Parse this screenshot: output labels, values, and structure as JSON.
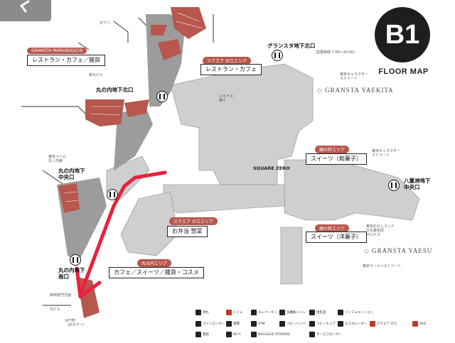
{
  "floor": {
    "level": "B1",
    "title": "FLOOR MAP"
  },
  "areas": {
    "granstaMarunouchi": {
      "tag": "GRANSTA MARUNOUCHI",
      "label": "レストラン・カフェ／雑貨"
    },
    "squareZeroRestaurant": {
      "tag": "スクエア ゼロエリア",
      "label": "レストラン・カフェ"
    },
    "squareZeroBento": {
      "tag": "スクエア ゼロエリア",
      "label": "お弁当 惣菜"
    },
    "marunouchiArea": {
      "tag": "丸の内エリア",
      "label": "カフェ／スイーツ／雑貨・コスメ"
    },
    "ginNoSuzuWagashi": {
      "tag": "銀の鈴エリア",
      "label": "スイーツ（和菓子）"
    },
    "ginNoSuzuYogashi": {
      "tag": "銀の鈴エリア",
      "label": "スイーツ（洋菓子）"
    }
  },
  "exits": {
    "granstaNorth": "グランスタ地下北口",
    "marunouchiNorth": "丸の内地下北口",
    "marunouchiCentral": "丸の内地下\n中央口",
    "marunouchiSouth": "丸の内地下\n南口",
    "yaesuCentral": "八重洲地下\n中央口"
  },
  "logos": {
    "yaekita": "GRANSTA YAEKITA",
    "yaesu": "GRANSTA YAESU",
    "squareZero": "SQUARE ZERO"
  },
  "labels": {
    "oazo": "オアゾ",
    "marubiru": "丸ビル",
    "newMarubiru": "新丸ビル",
    "tokyoMetro": "東京メトロ\n丸ノ内線",
    "escalator": "エキナカ\n横丁",
    "yaesuCharacter": "東京キャラクター\nストリート",
    "tokyoCharacter": "東京キャラクター\nストリート",
    "tokyoOkashi": "東京おかしランド\n大丸東京店\nサロテカ",
    "ramen": "東京ラーメンストリート",
    "kitte": "KITTE\n（JPタワー）",
    "marubiruLeft": "丸ビル",
    "hoursNote": "（営業時間 7:00〜20:00）",
    "walkthrough": "和田倉門方面"
  },
  "legend": [
    {
      "icon": "ticket-gate-icon",
      "label": "改札"
    },
    {
      "icon": "toilet-icon",
      "label": "トイレ"
    },
    {
      "icon": "elevator-icon",
      "label": "エレベーター"
    },
    {
      "icon": "multipurpose-toilet-icon",
      "label": "多機能トイレ"
    },
    {
      "icon": "nursing-room-icon",
      "label": "授乳室"
    },
    {
      "icon": "information-icon",
      "label": "インフォメーション"
    },
    {
      "icon": "locker-icon",
      "label": "コインロッカー"
    },
    {
      "icon": "smoking-icon",
      "label": "喫煙"
    },
    {
      "icon": "atm-icon",
      "label": "ATM"
    },
    {
      "icon": "baby-bed-icon",
      "label": "ベビーベッド"
    },
    {
      "icon": "baby-chair-icon",
      "label": "ベビーチェア"
    },
    {
      "icon": "escalator-icon",
      "label": "エスカレーター"
    },
    {
      "icon": "stairs-icon",
      "label": "階段"
    },
    {
      "icon": "wifi-icon",
      "label": "Wi-Fi"
    },
    {
      "icon": "baggage-icon",
      "label": "BAGGAGE STORAGE"
    },
    {
      "icon": "service-center-icon",
      "label": "サービスセンター"
    },
    {
      "icon": "square-zero-icon",
      "label": "スクエア ゼロ"
    },
    {
      "icon": "aed-icon",
      "label": "AED"
    }
  ],
  "colors": {
    "shop": "#b7574d",
    "area": "#c9c9c9",
    "darkArea": "#8e8e8e",
    "route": "#e8213e",
    "badge": "#1e1e1e"
  }
}
